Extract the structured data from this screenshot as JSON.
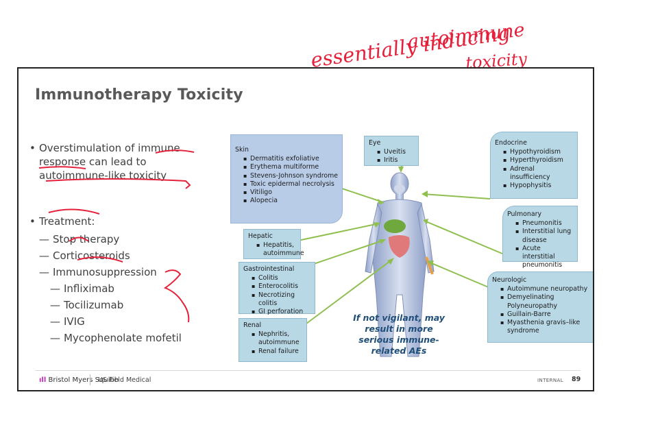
{
  "title": "Immunotherapy Toxicity",
  "bullets": {
    "b1": "Overstimulation of immune response can lead to autoimmune-like toxicity",
    "b2": "Treatment:",
    "subitems": [
      "Stop therapy",
      "Corticosteroids",
      "Immunosuppression"
    ],
    "subsubitems": [
      "Infliximab",
      "Tocilizumab",
      "IVIG",
      "Mycophenolate mofetil"
    ]
  },
  "boxes": {
    "skin": {
      "heading": "Skin",
      "items": [
        "Dermatitis exfoliative",
        "Erythema multiforme",
        "Stevens-Johnson syndrome",
        "Toxic epidermal necrolysis",
        "Vitiligo",
        "Alopecia"
      ]
    },
    "eye": {
      "heading": "Eye",
      "items": [
        "Uveitis",
        "Iritis"
      ]
    },
    "endocrine": {
      "heading": "Endocrine",
      "items": [
        "Hypothyroidism",
        "Hyperthyroidism",
        "Adrenal insufficiency",
        "Hypophysitis"
      ]
    },
    "hepatic": {
      "heading": "Hepatic",
      "items": [
        "Hepatitis, autoimmune"
      ]
    },
    "gi": {
      "heading": "Gastrointestinal",
      "items": [
        "Colitis",
        "Enterocolitis",
        "Necrotizing colitis",
        "GI perforation"
      ]
    },
    "renal": {
      "heading": "Renal",
      "items": [
        "Nephritis, autoimmune",
        "Renal failure"
      ]
    },
    "pulmonary": {
      "heading": "Pulmonary",
      "items": [
        "Pneumonitis",
        "Interstitial lung disease",
        "Acute interstitial pneumonitis"
      ]
    },
    "neurologic": {
      "heading": "Neurologic",
      "items": [
        "Autoimmune neuropathy",
        "Demyelinating Polyneuropathy",
        "Guillain-Barre",
        "Myasthenia gravis–like syndrome"
      ]
    }
  },
  "vigilant": "If not vigilant, may result in more serious immune-related AEs",
  "footer": {
    "company": "Bristol Myers Squibb",
    "department": "US Field Medical",
    "classification": "INTERNAL",
    "page": "89"
  },
  "annotation": {
    "line1": "essentially inducing",
    "line2": "autoimmune",
    "line3": "toxicity"
  },
  "colors": {
    "annotation": "#e5203a",
    "arrow": "#8fbf4f",
    "box": "#b8d8e6",
    "skin_box": "#b8cce8",
    "body": "#a9b7d6"
  }
}
